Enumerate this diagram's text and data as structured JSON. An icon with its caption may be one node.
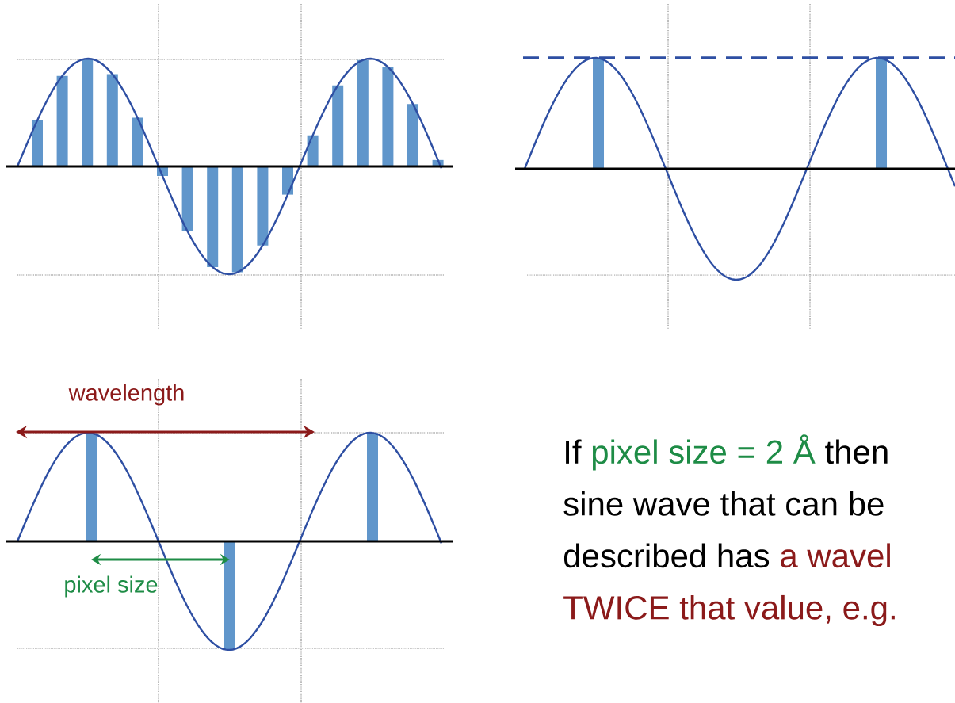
{
  "diagram": {
    "labels": [
      "wavelength",
      "pixel size",
      "If",
      "pixel size = 2 Å",
      "then",
      "sine wave that can be",
      "described has",
      "a wavel",
      "TWICE that value, e.g."
    ]
  }
}
